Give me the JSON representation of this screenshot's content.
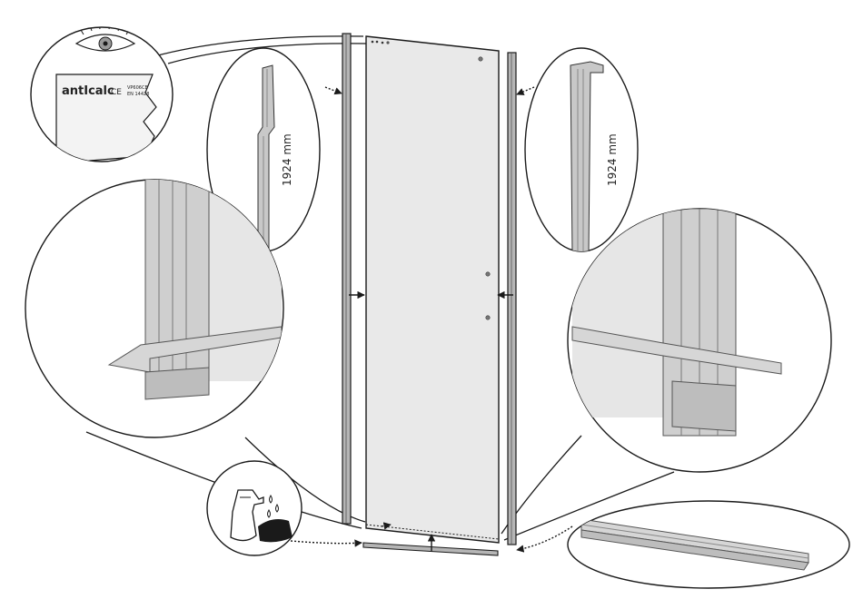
{
  "labels": {
    "brand": "antIcalc",
    "ce_mark": "CE",
    "code_line1": "VP606CE",
    "code_line2": "EN 14428",
    "length_left": "1924 mm",
    "length_right": "1924 mm"
  },
  "colors": {
    "line": "#1a1a1a",
    "panel_fill": "#e9e9e9",
    "profile_fill": "#b5b5b5",
    "glass_fill": "#dcdcdc"
  },
  "icons": {
    "eye": "eye-icon",
    "spray": "spray-bottle-icon",
    "cloth": "cleaning-cloth-icon"
  }
}
